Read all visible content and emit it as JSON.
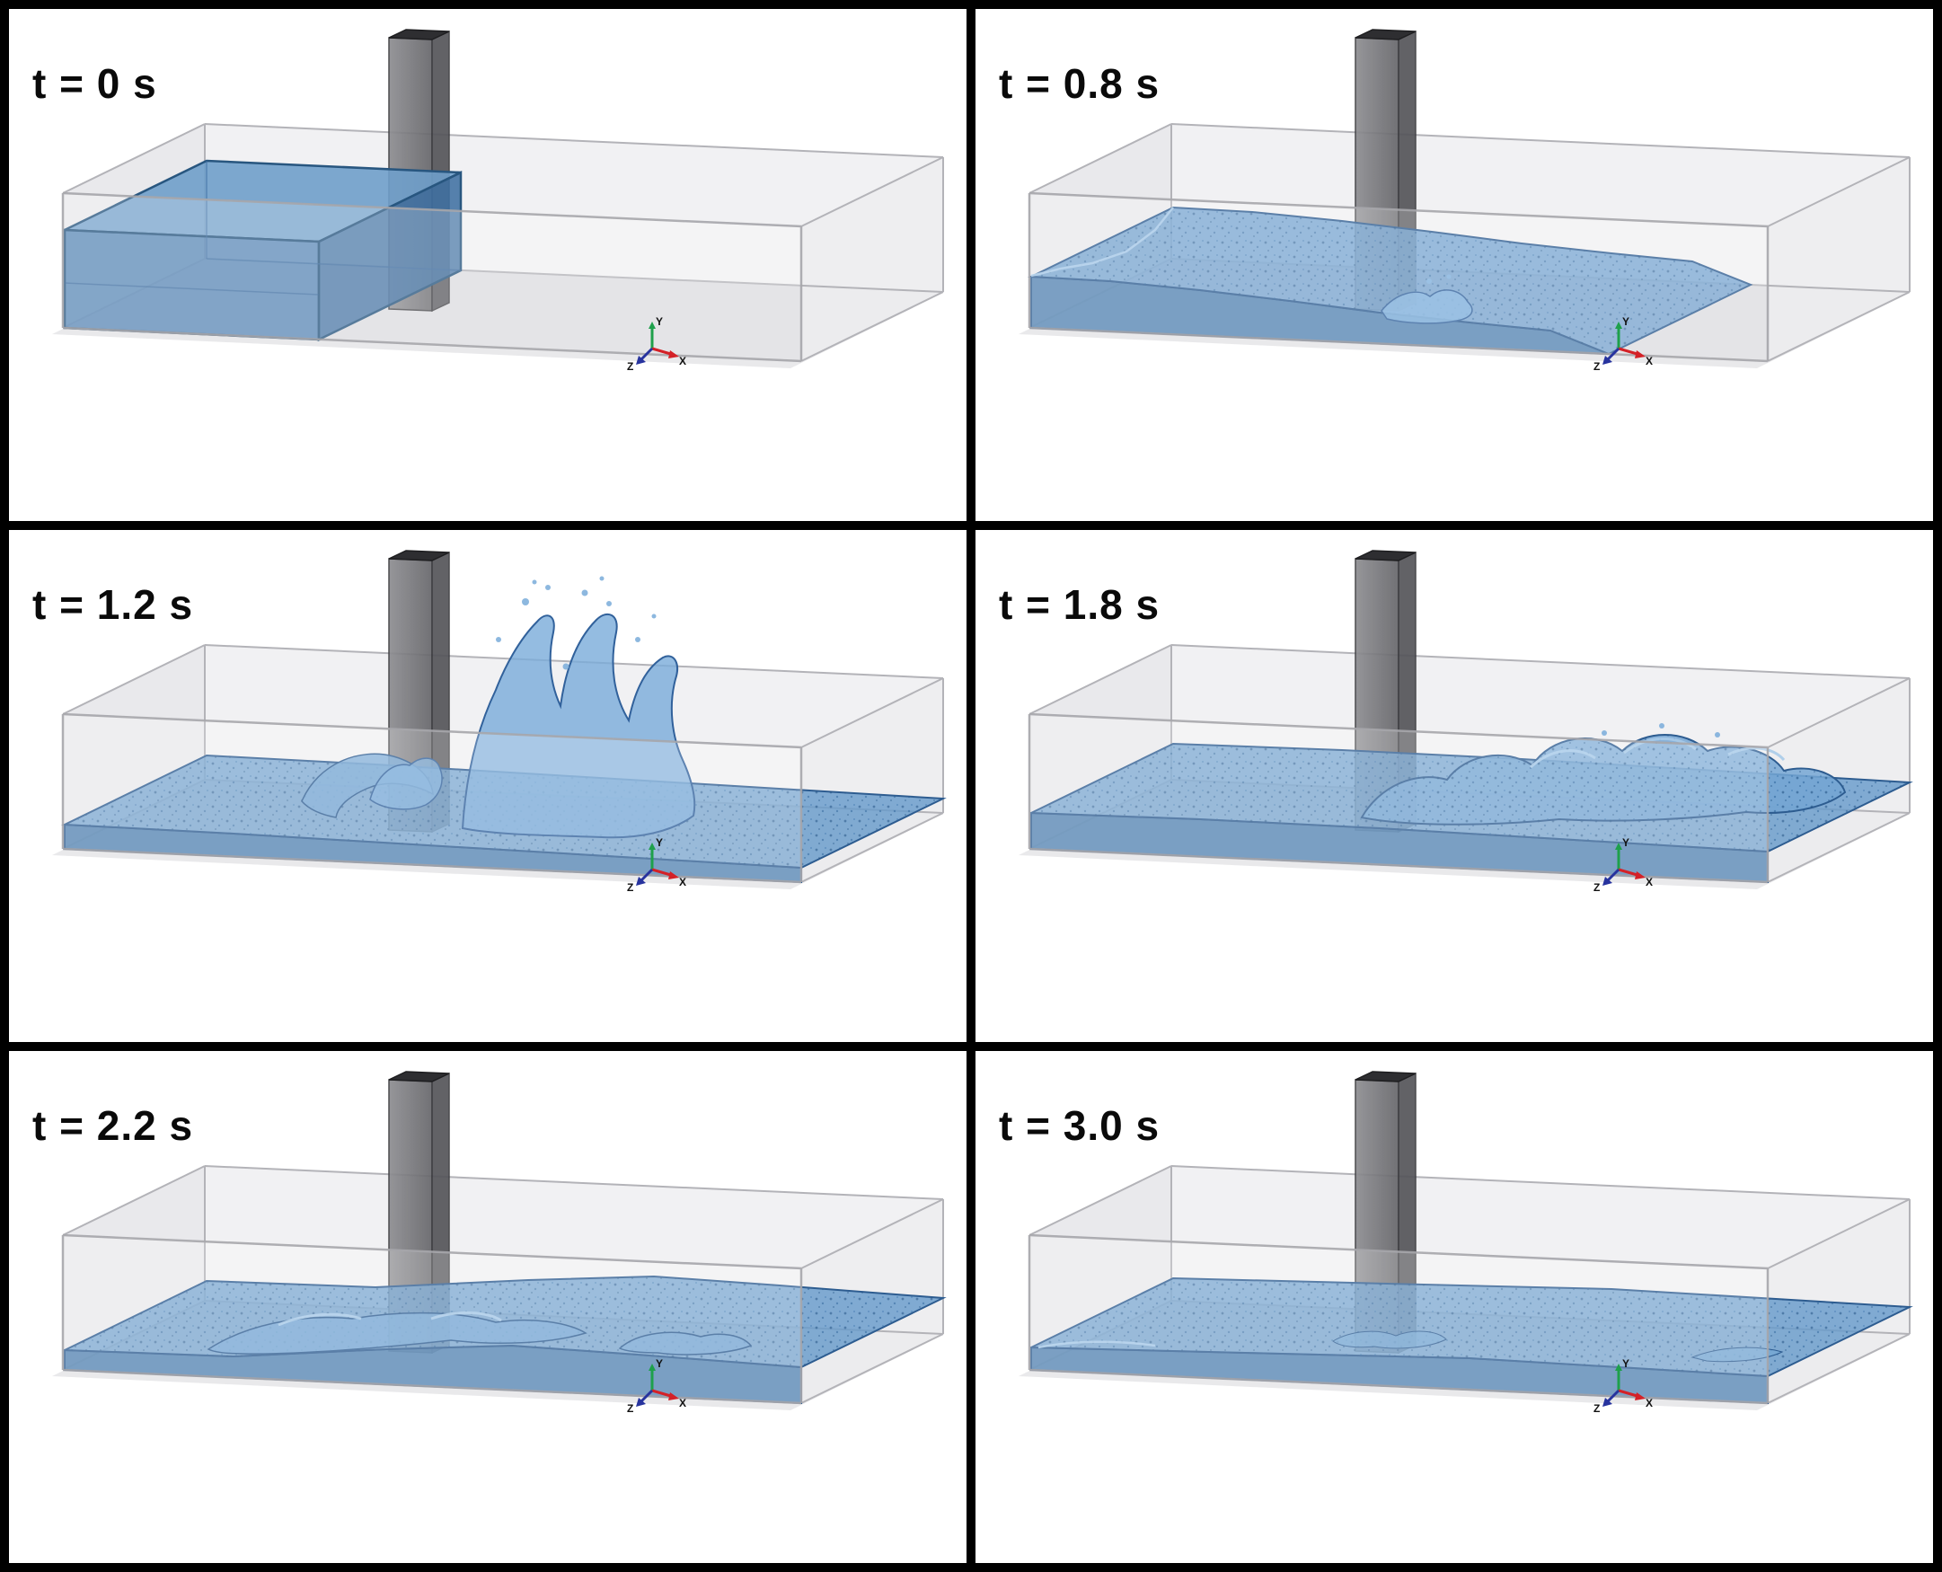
{
  "figure": {
    "background_color": "#000000",
    "panel_background": "#ffffff",
    "grid": "2 columns x 3 rows"
  },
  "panels": [
    {
      "id": "t0",
      "time_label": "t = 0 s"
    },
    {
      "id": "t08",
      "time_label": "t = 0.8 s"
    },
    {
      "id": "t12",
      "time_label": "t = 1.2 s"
    },
    {
      "id": "t18",
      "time_label": "t = 1.8 s"
    },
    {
      "id": "t22",
      "time_label": "t = 2.2 s"
    },
    {
      "id": "t30",
      "time_label": "t = 3.0 s"
    }
  ],
  "axis_triad": {
    "x_label": "X",
    "y_label": "Y",
    "z_label": "Z"
  },
  "colors": {
    "water": "#4a7cae",
    "water_light": "#74a6d4",
    "water_edge": "#2d5c90",
    "tank_glass": "#ececef",
    "tank_floor": "#dddde1",
    "column_body": "#6a6a6e",
    "column_top": "#2e2e31",
    "axis_x": "#d42127",
    "axis_y": "#1ea04b",
    "axis_z": "#27339e"
  }
}
